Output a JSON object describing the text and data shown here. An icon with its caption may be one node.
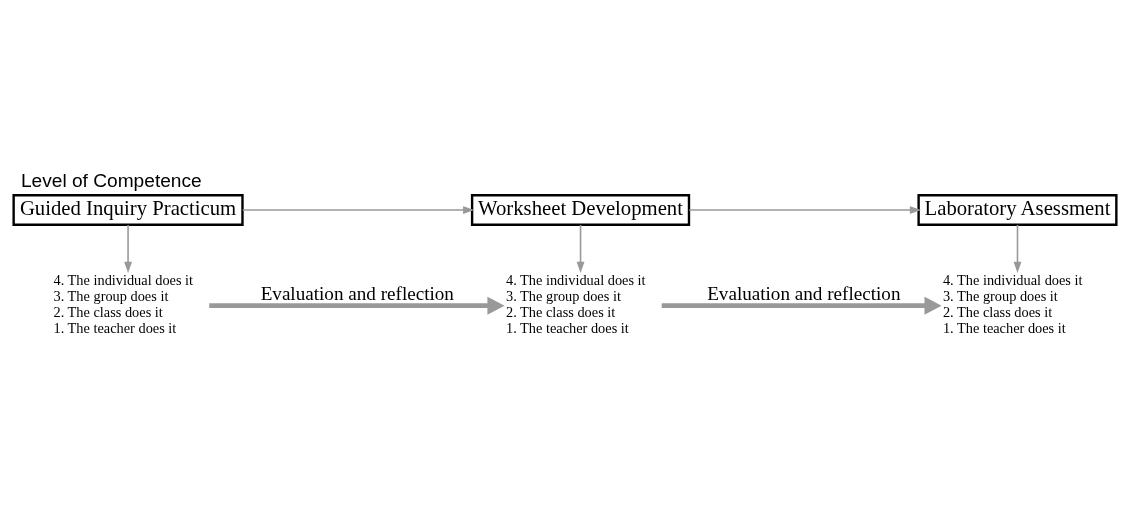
{
  "diagram": {
    "title": "Level of Competence",
    "nodes": [
      {
        "text": [
          "Guided Inquiry Practicum"
        ]
      },
      {
        "text": [
          "4. The individual does it",
          "3. The group does it",
          "2. The class does it",
          "1. The teacher does it"
        ]
      },
      {
        "text": [
          "Worksheet Development"
        ]
      },
      {
        "text": [
          "4. The individual does it",
          "3. The group does it",
          "2. The class does it",
          "1. The teacher does it"
        ]
      },
      {
        "text": [
          "Laboratory Asessment"
        ]
      },
      {
        "text": [
          "4. The individual does it",
          "3. The group does it",
          "2. The class does it",
          "1. The teacher does it"
        ]
      }
    ],
    "edges": [
      {
        "from": 0,
        "to": 2,
        "arrow": "to"
      },
      {
        "from": 2,
        "to": 4,
        "arrow": "to"
      },
      {
        "from": 0,
        "to": 1,
        "arrow": "to"
      },
      {
        "from": 2,
        "to": 3,
        "arrow": "to"
      },
      {
        "from": 4,
        "to": 5,
        "arrow": "to"
      },
      {
        "from": 1,
        "to": 3,
        "arrow": "to",
        "label": "Evaluation and reflection",
        "style": "thick"
      },
      {
        "from": 3,
        "to": 5,
        "arrow": "to",
        "label": "Evaluation and reflection",
        "style": "thick"
      }
    ]
  }
}
